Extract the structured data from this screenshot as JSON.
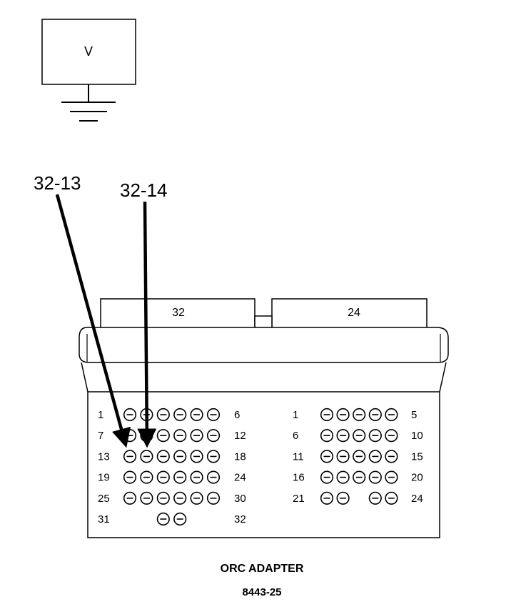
{
  "meter": {
    "label": "V"
  },
  "probes": [
    {
      "label": "32-13"
    },
    {
      "label": "32-14"
    }
  ],
  "connectors": [
    {
      "label": "32",
      "rows": [
        {
          "left": "1",
          "right": "6",
          "pins": [
            1,
            2,
            3,
            4,
            5,
            6
          ]
        },
        {
          "left": "7",
          "right": "12",
          "pins": [
            7,
            8,
            9,
            10,
            11,
            12
          ]
        },
        {
          "left": "13",
          "right": "18",
          "pins": [
            13,
            14,
            15,
            16,
            17,
            18
          ]
        },
        {
          "left": "19",
          "right": "24",
          "pins": [
            19,
            20,
            21,
            22,
            23,
            24
          ]
        },
        {
          "left": "25",
          "right": "30",
          "pins": [
            25,
            26,
            27,
            28,
            29,
            30
          ]
        },
        {
          "left": "31",
          "right": "32",
          "pins": [
            31,
            32
          ]
        }
      ]
    },
    {
      "label": "24",
      "rows": [
        {
          "left": "1",
          "right": "5",
          "pins": [
            1,
            2,
            3,
            4,
            5
          ]
        },
        {
          "left": "6",
          "right": "10",
          "pins": [
            6,
            7,
            8,
            9,
            10
          ]
        },
        {
          "left": "11",
          "right": "15",
          "pins": [
            11,
            12,
            13,
            14,
            15
          ]
        },
        {
          "left": "16",
          "right": "20",
          "pins": [
            16,
            17,
            18,
            19,
            20
          ]
        },
        {
          "left": "21",
          "right": "24",
          "pins": [
            21,
            22,
            23,
            24
          ]
        }
      ]
    }
  ],
  "caption": {
    "title": "ORC ADAPTER",
    "part_number": "8443-25"
  }
}
